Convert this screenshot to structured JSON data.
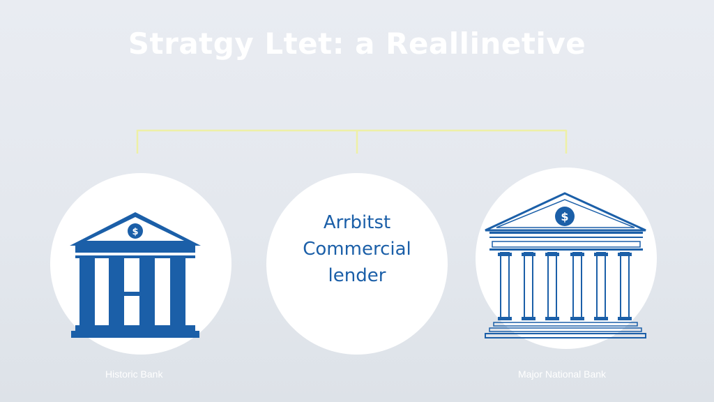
{
  "title": "Stratgy Ltet: a Reallinetive",
  "nodes": [
    {
      "label": "Historic Bank",
      "icon": "classical-bank-icon"
    },
    {
      "lines": [
        "Arrbitst",
        "Commercial",
        "lender"
      ]
    },
    {
      "label": "Major National Bank",
      "icon": "pillared-bank-icon"
    }
  ],
  "icon_symbol": "$",
  "colors": {
    "connector": "#eef0a6",
    "icon_blue": "#1b5fa8",
    "circle_fill": "#ffffff",
    "caption_text": "#ffffff"
  }
}
